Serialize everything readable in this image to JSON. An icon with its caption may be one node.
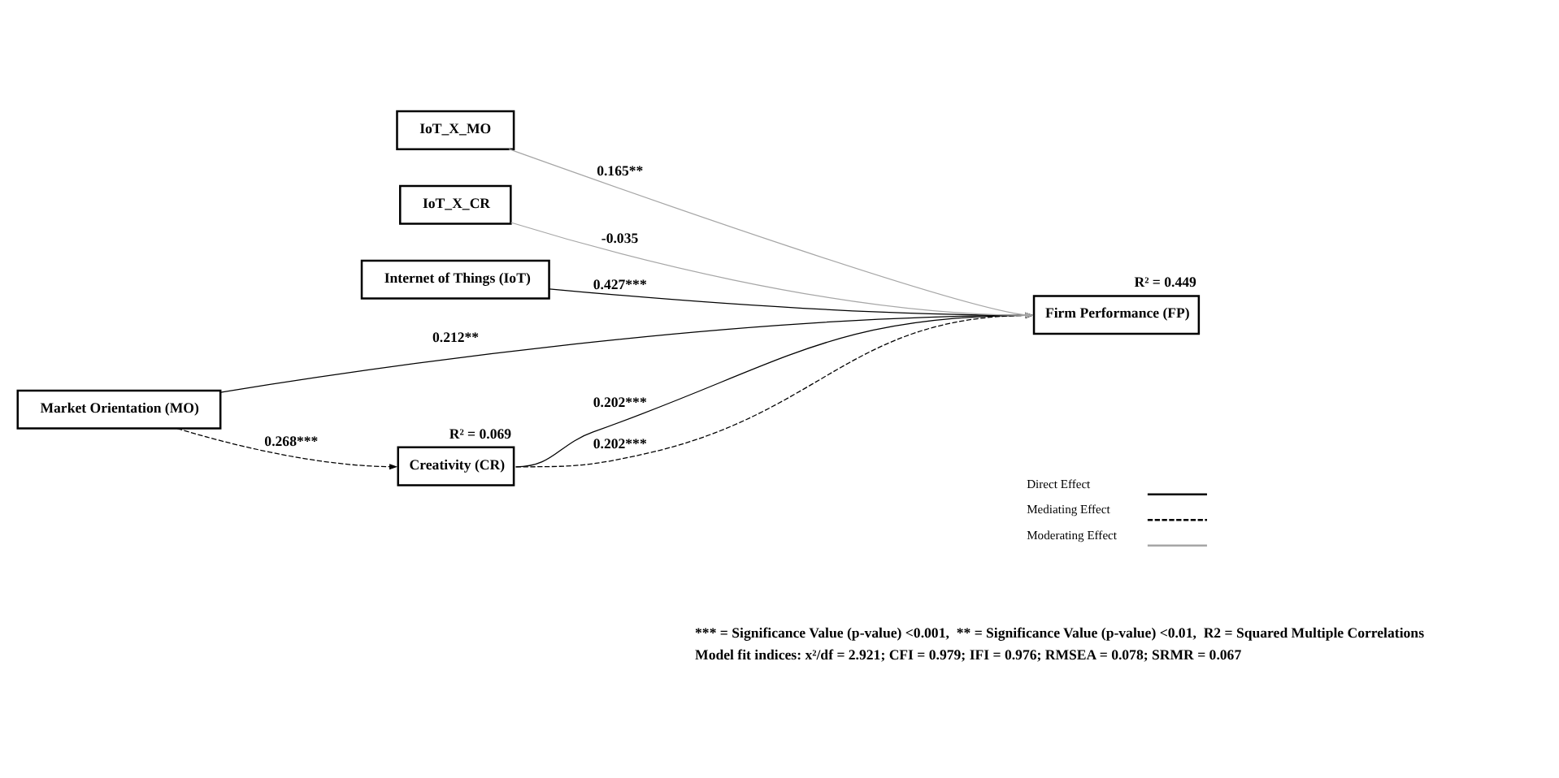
{
  "diagram": {
    "nodes": [
      {
        "text": [
          "Internet of Things (IoT)"
        ]
      },
      {
        "text": [
          "Market Orientation (MO)"
        ]
      },
      {
        "text": [
          "Firm Performance (FP)"
        ],
        "beside": [
          "R² = 0.449"
        ]
      },
      {
        "text": [
          "Creativity (CR)"
        ],
        "beside": [
          "R² = 0.069"
        ]
      },
      {
        "text": [
          "IoT_X_MO"
        ]
      },
      {
        "text": [
          "IoT_X_CR"
        ]
      }
    ],
    "edges": [
      {
        "from": 0,
        "to": 2,
        "arrow": "to",
        "label": "0.427***"
      },
      {
        "from": 1,
        "to": 2,
        "arrow": "to",
        "label": "0.212**"
      },
      {
        "from": 1,
        "to": 3,
        "arrow": "to",
        "label": "0.268***",
        "style": "dashed"
      },
      {
        "from": 3,
        "to": 2,
        "arrow": "to",
        "label": "0.202***"
      },
      {
        "from": 3,
        "to": 2,
        "arrow": "to",
        "label": "0.202***",
        "style": "dashed"
      },
      {
        "from": 4,
        "to": 2,
        "arrow": "to",
        "label": "0.165**",
        "color": "#a6a6a6"
      },
      {
        "from": 5,
        "to": 2,
        "arrow": "to",
        "label": "-0.035",
        "color": "#a6a6a6"
      }
    ],
    "labels": [
      "*** = Significance Value (p-value) <0.001,  ** = Significance Value (p-value) <0.01,  R2 = Squared Multiple Correlations",
      "Model fit indices: x²/df = 2.921; CFI = 0.979; IFI = 0.976; RMSEA = 0.078; SRMR = 0.067"
    ],
    "legend": [
      {
        "text": "Direct Effect"
      },
      {
        "text": "Mediating Effect"
      },
      {
        "text": "Moderating Effect"
      }
    ]
  }
}
